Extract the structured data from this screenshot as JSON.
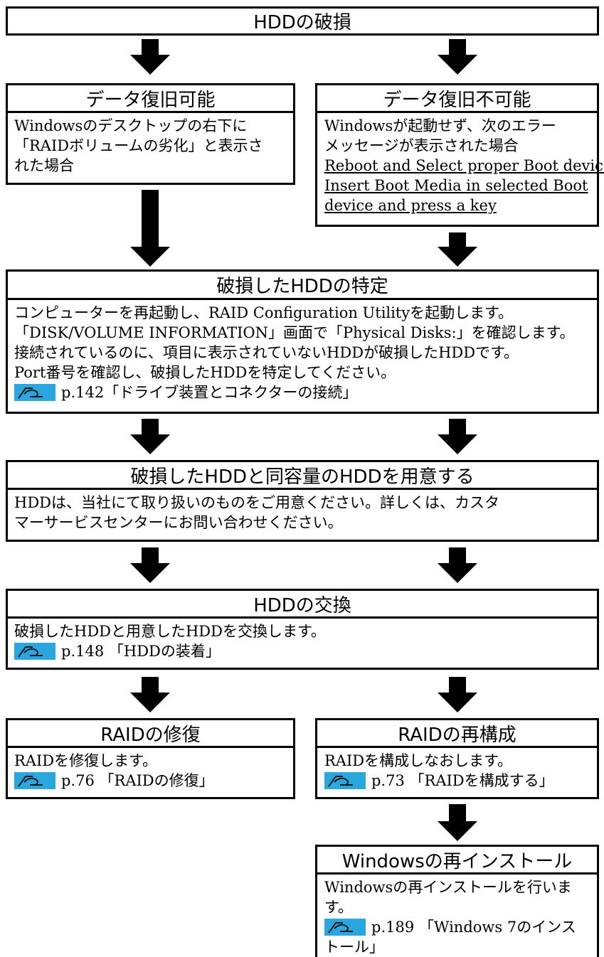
{
  "colors": {
    "line": "#000000",
    "ref_icon_fill": "#2aa7de",
    "ref_icon_stroke": "#1a1a1a"
  },
  "title": "HDDの破損",
  "recoverable": {
    "heading": "データ復旧可能",
    "lines": [
      "Windowsのデスクトップの右下に",
      "「RAIDボリュームの劣化」と表示さ",
      "れた場合"
    ]
  },
  "unrecoverable": {
    "heading": "データ復旧不可能",
    "lines": [
      "Windowsが起動せず、次のエラー",
      "メッセージが表示された場合"
    ],
    "error_lines": [
      "Reboot and Select proper Boot device or",
      "Insert Boot Media in selected Boot",
      "device and press a key"
    ]
  },
  "identify": {
    "heading": "破損したHDDの特定",
    "lines": [
      "コンピューターを再起動し、RAID Configuration Utilityを起動します。",
      "「DISK/VOLUME INFORMATION」画面で「Physical Disks:」を確認します。",
      "接続されているのに、項目に表示されていないHDDが破損したHDDです。",
      "Port番号を確認し、破損したHDDを特定してください。"
    ],
    "reference": "p.142「ドライブ装置とコネクターの接続」"
  },
  "prepare": {
    "heading": "破損したHDDと同容量のHDDを用意する",
    "lines": [
      "HDDは、当社にて取り扱いのものをご用意ください。詳しくは、カスタ",
      "マーサービスセンターにお問い合わせください。"
    ]
  },
  "replace": {
    "heading": "HDDの交換",
    "lines": [
      "破損したHDDと用意したHDDを交換します。"
    ],
    "reference": "p.148 「HDDの装着」"
  },
  "repair": {
    "heading": "RAIDの修復",
    "lines": [
      "RAIDを修復します。"
    ],
    "reference": "p.76 「RAIDの修復」"
  },
  "rebuild": {
    "heading": "RAIDの再構成",
    "lines": [
      "RAIDを構成しなおします。"
    ],
    "reference": "p.73 「RAIDを構成する」"
  },
  "reinstall": {
    "heading": "Windowsの再インストール",
    "lines": [
      "Windowsの再インストールを行いま",
      "す。"
    ],
    "reference_lines": [
      "p.189 「Windows 7のインス",
      "トール」"
    ]
  },
  "icons": {
    "reference": "pointing-hand-icon",
    "flow": "down-arrow-icon"
  }
}
